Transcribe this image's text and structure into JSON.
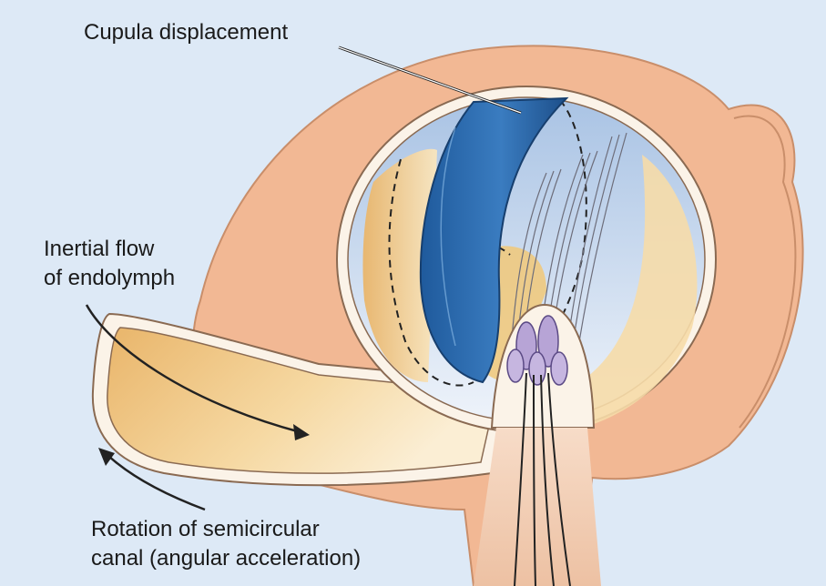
{
  "labels": {
    "cupula": "Cupula displacement",
    "inertial_line1": "Inertial flow",
    "inertial_line2": "of endolymph",
    "rotation_line1": "Rotation of semicircular",
    "rotation_line2": "canal (angular acceleration)"
  },
  "colors": {
    "background": "#dde9f6",
    "wall": "#f2b894",
    "wall_edge": "#c98e6a",
    "endolymph": "#f3cf8c",
    "cupula_blue": "#2f6fb3",
    "ampulla_interior": "#c9d9ee",
    "hair_cell": "#b7a4d6",
    "nerve": "#efc6ab"
  }
}
